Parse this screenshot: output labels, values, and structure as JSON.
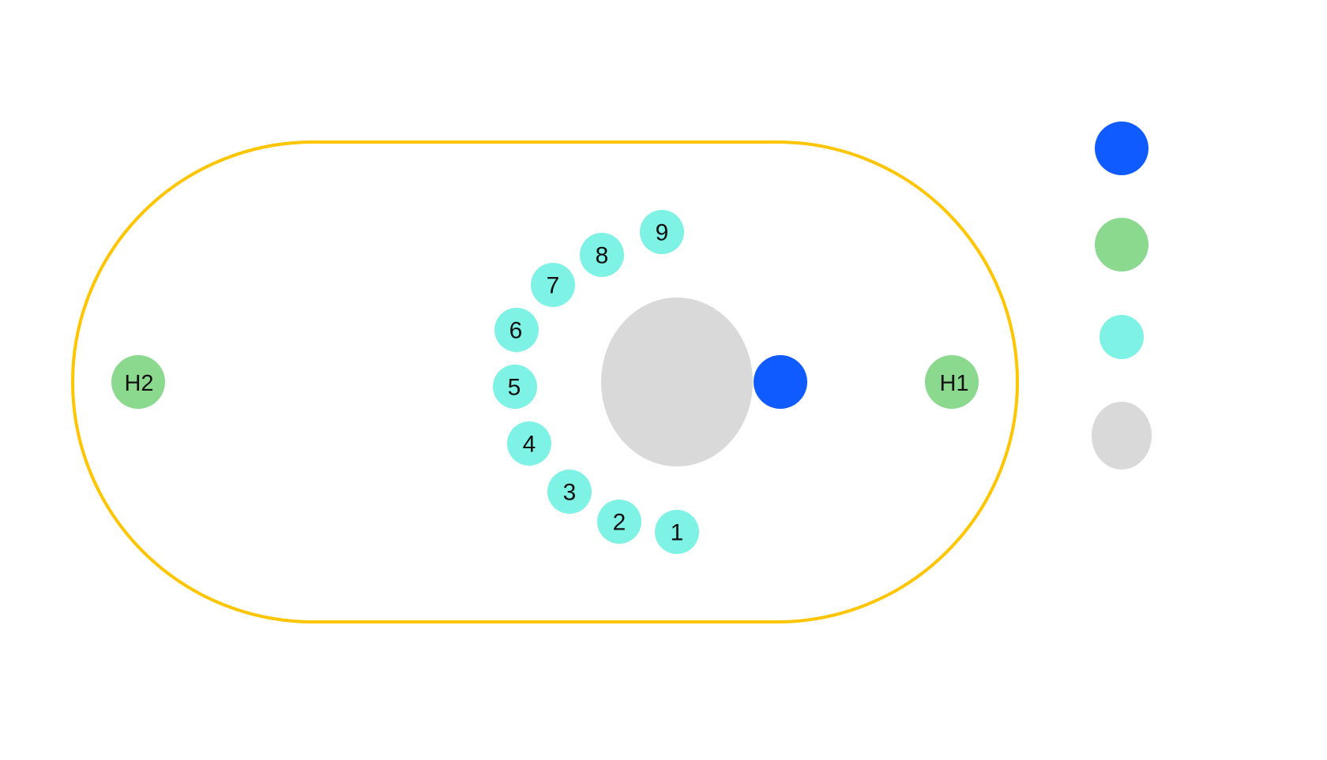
{
  "colors": {
    "track_outline": "#FFC500",
    "blue_marker": "#0F5BFF",
    "host": "#8AD98F",
    "seat": "#7DF2E5",
    "center": "#D9D9D9",
    "text": "#111111"
  },
  "diagram": {
    "hosts": [
      {
        "id": "H1",
        "label": "H1"
      },
      {
        "id": "H2",
        "label": "H2"
      }
    ],
    "seats": [
      {
        "id": "seat-1",
        "label": "1"
      },
      {
        "id": "seat-2",
        "label": "2"
      },
      {
        "id": "seat-3",
        "label": "3"
      },
      {
        "id": "seat-4",
        "label": "4"
      },
      {
        "id": "seat-5",
        "label": "5"
      },
      {
        "id": "seat-6",
        "label": "6"
      },
      {
        "id": "seat-7",
        "label": "7"
      },
      {
        "id": "seat-8",
        "label": "8"
      },
      {
        "id": "seat-9",
        "label": "9"
      }
    ]
  },
  "legend": {
    "items": [
      {
        "id": "blue-marker",
        "color": "#0F5BFF"
      },
      {
        "id": "host",
        "color": "#8AD98F"
      },
      {
        "id": "seat",
        "color": "#7DF2E5"
      },
      {
        "id": "center-area",
        "color": "#D9D9D9"
      }
    ]
  }
}
